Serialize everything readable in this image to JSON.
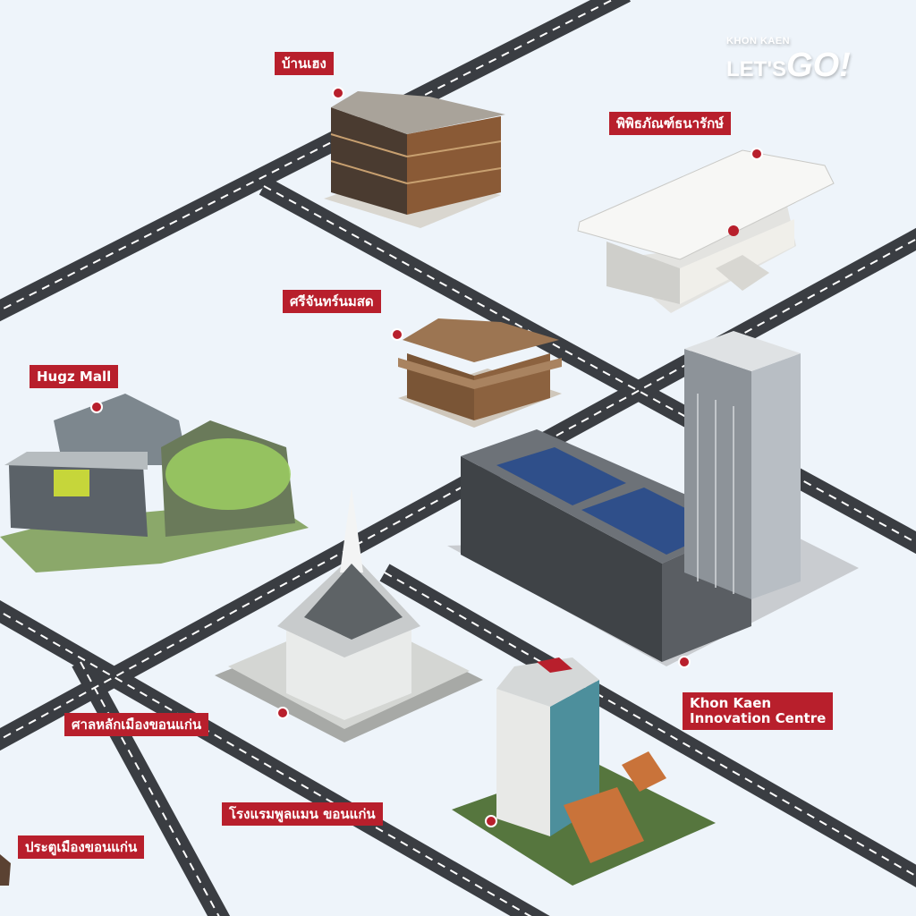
{
  "logo": {
    "small": "KHON KAEN",
    "lets": "LET'S",
    "go": "GO!"
  },
  "places": [
    {
      "id": "baan-heng",
      "label": "บ้านเฮง"
    },
    {
      "id": "treasury-museum",
      "label": "พิพิธภัณฑ์ธนารักษ์"
    },
    {
      "id": "srichan-nomsod",
      "label": "ศรีจันทร์นมสด"
    },
    {
      "id": "hugz-mall",
      "label": "Hugz Mall"
    },
    {
      "id": "innovation-centre",
      "label": "Khon Kaen Innovation Centre",
      "line1": "Khon Kaen",
      "line2": "Innovation Centre"
    },
    {
      "id": "city-pillar-shrine",
      "label": "ศาลหลักเมืองขอนแก่น"
    },
    {
      "id": "pullman-hotel",
      "label": "โรงแรมพูลแมน ขอนแก่น"
    },
    {
      "id": "city-gate",
      "label": "ประตูเมืองขอนแก่น"
    }
  ],
  "colors": {
    "label": "#b81f2c",
    "road": "#3a3d42",
    "background": "#eef4fa"
  }
}
